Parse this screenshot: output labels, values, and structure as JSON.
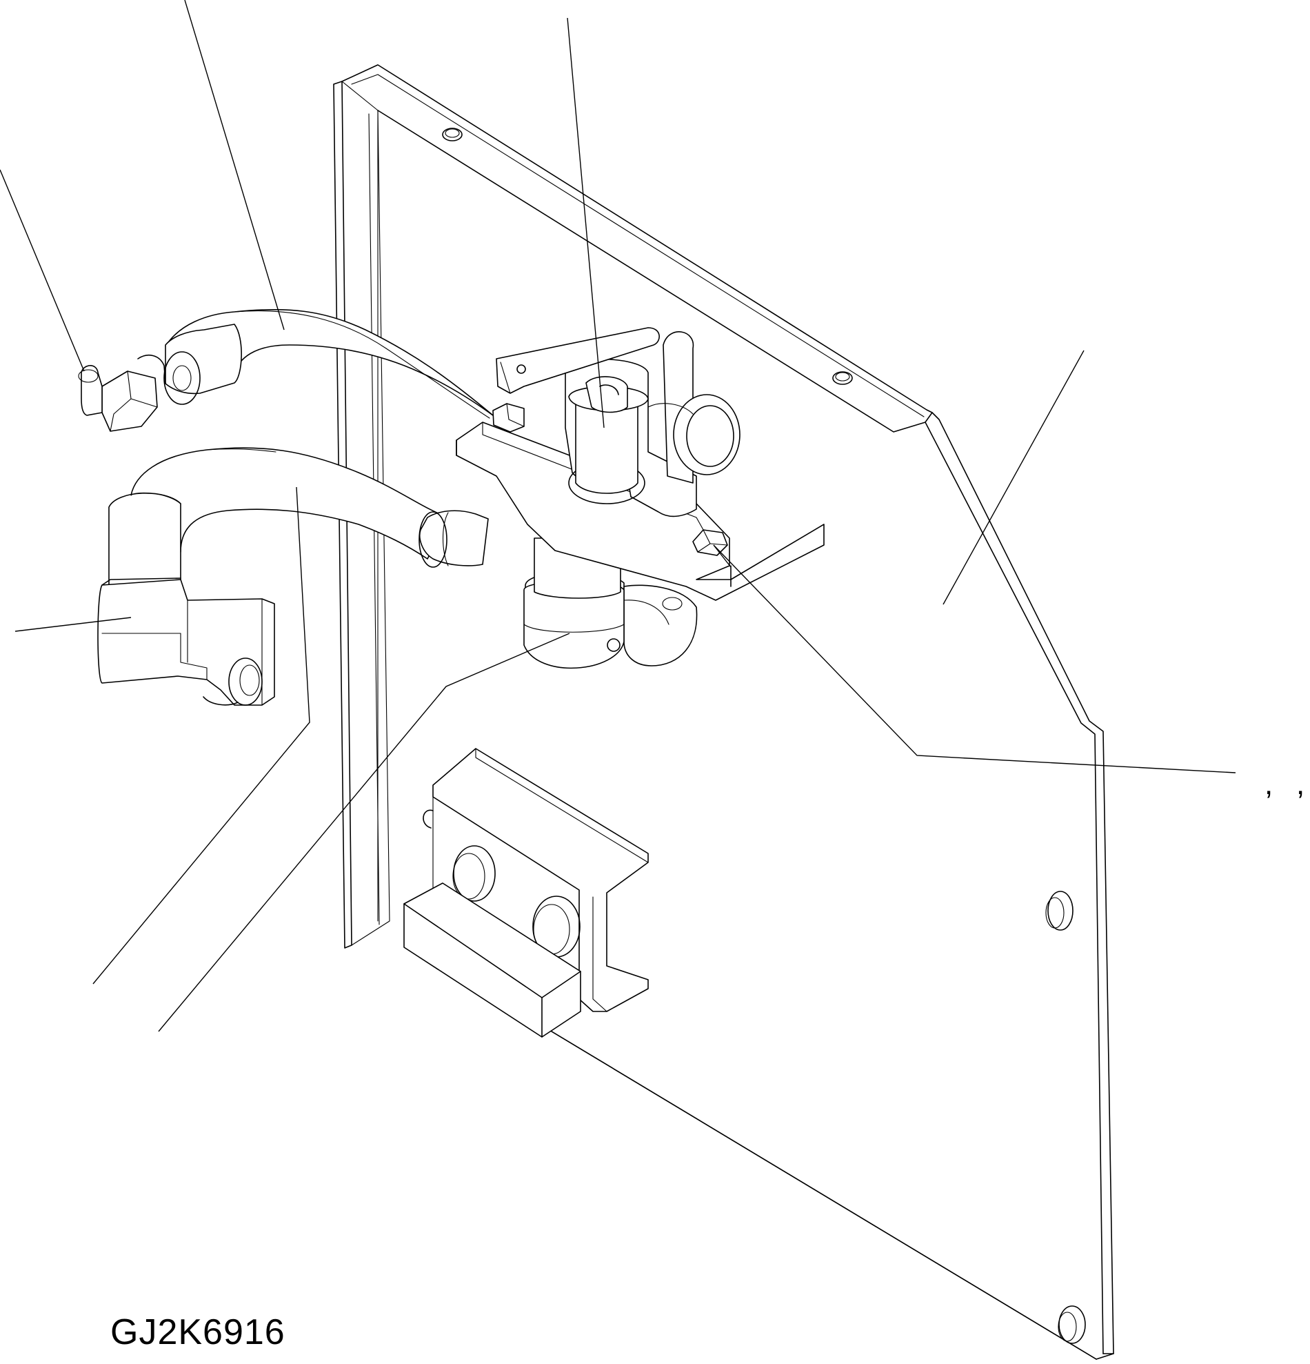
{
  "figure": {
    "drawing_code": "GJ2K6916",
    "callout_marks": [
      ",",
      ","
    ]
  },
  "parts": [
    "mounting-bracket-plate",
    "shutoff-valve-with-lever",
    "upper-hose",
    "lower-hose",
    "elbow-fitting",
    "banjo-bolt",
    "valve-mounting-bolts",
    "channel-bracket",
    "rubber-block"
  ]
}
